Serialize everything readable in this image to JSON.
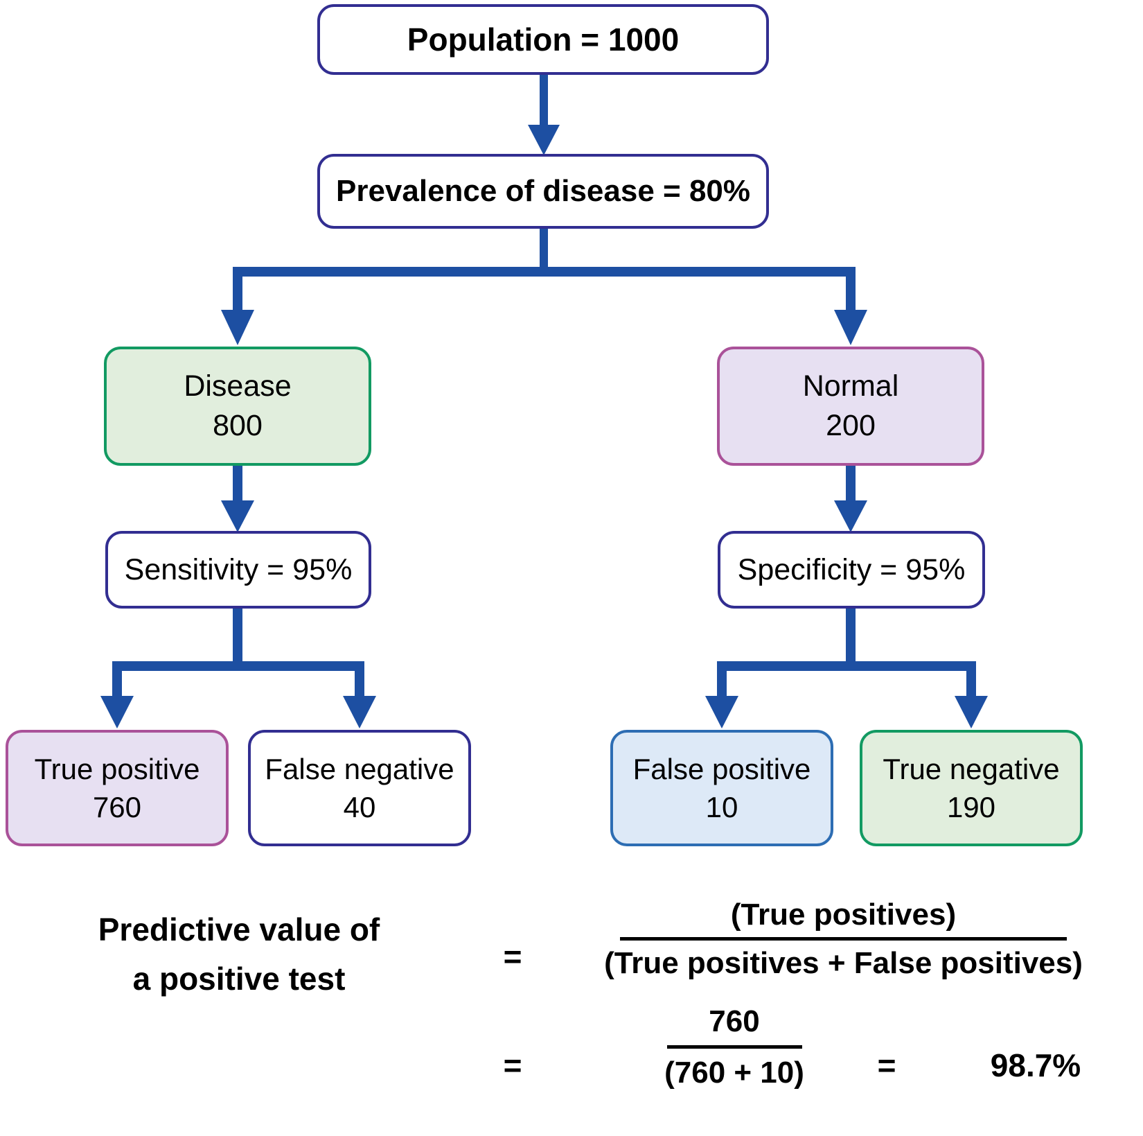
{
  "diagram": {
    "nodes": {
      "population": {
        "label": "Population = 1000"
      },
      "prevalence": {
        "label": "Prevalence of disease = 80%"
      },
      "disease": {
        "label": "Disease",
        "value": "800"
      },
      "normal": {
        "label": "Normal",
        "value": "200"
      },
      "sensitivity": {
        "label": "Sensitivity = 95%"
      },
      "specificity": {
        "label": "Specificity = 95%"
      },
      "true_positive": {
        "label": "True positive",
        "value": "760"
      },
      "false_negative": {
        "label": "False negative",
        "value": "40"
      },
      "false_positive": {
        "label": "False positive",
        "value": "10"
      },
      "true_negative": {
        "label": "True negative",
        "value": "190"
      }
    },
    "formula": {
      "lhs_line1": "Predictive value of",
      "lhs_line2": "a positive test",
      "equals": "=",
      "numerator": "(True positives)",
      "denominator": "(True positives + False positives)",
      "value_numerator": "760",
      "value_denominator": "(760 + 10)",
      "result": "98.7%"
    },
    "colors": {
      "arrow_blue": "#1d4fa2",
      "navy_border": "#322e91",
      "green_border": "#129a62",
      "green_fill": "#e1eedd",
      "purple_border": "#aa5299",
      "purple_fill": "#e7e0f2",
      "blue_border": "#2d6db3",
      "blue_fill": "#dde9f7"
    }
  }
}
